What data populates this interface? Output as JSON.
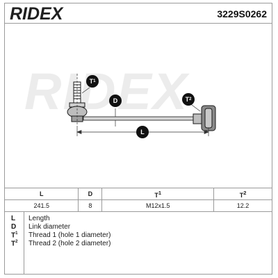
{
  "header": {
    "logo": "RIDEX",
    "part_number": "3229S0262"
  },
  "drawing": {
    "watermark": "RIDEX",
    "badges": {
      "t1": "T",
      "t1_sup": "1",
      "t2": "T",
      "t2_sup": "2",
      "d": "D",
      "l": "L"
    }
  },
  "specs_table": {
    "headers": [
      {
        "main": "L",
        "sup": ""
      },
      {
        "main": "D",
        "sup": ""
      },
      {
        "main": "T",
        "sup": "1"
      },
      {
        "main": "T",
        "sup": "2"
      }
    ],
    "values": [
      "241.5",
      "8",
      "M12x1.5",
      "12.2"
    ]
  },
  "legend": [
    {
      "key": "L",
      "sup": "",
      "desc": "Length"
    },
    {
      "key": "D",
      "sup": "",
      "desc": "Link diameter"
    },
    {
      "key": "T",
      "sup": "1",
      "desc": "Thread 1 (hole 1 diameter)"
    },
    {
      "key": "T",
      "sup": "2",
      "desc": "Thread 2 (hole 2 diameter)"
    }
  ],
  "colors": {
    "ink": "#1a1a1a",
    "border": "#9a9a9a",
    "watermark": "#ececec"
  }
}
